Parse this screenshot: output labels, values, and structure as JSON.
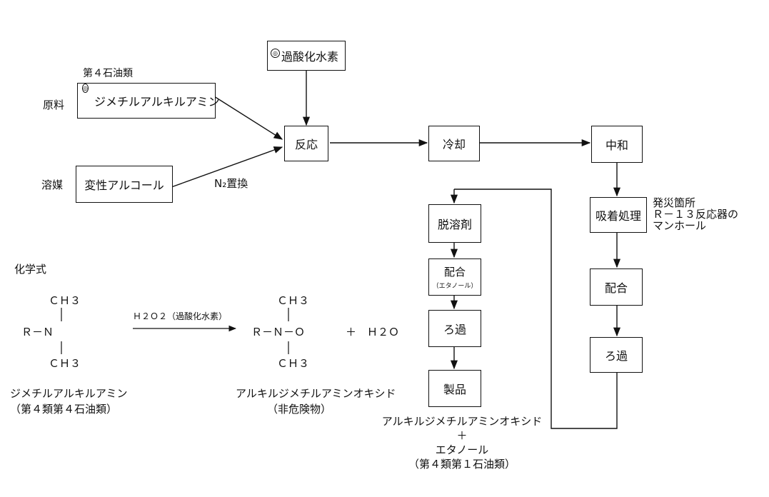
{
  "flow": {
    "raw_material_label": "原料",
    "solvent_label": "溶媒",
    "petroleum_class": "第４石油類",
    "mark_symbol": "◎",
    "dimethylalkylamine_box": "ジメチルアルキルアミン",
    "modified_alcohol_box": "変性アルコール",
    "peroxide_box": "過酸化水素",
    "reaction_box": "反応",
    "n2_label": "N₂置換",
    "cooling_box": "冷却",
    "neutralize_box": "中和",
    "adsorption_box": "吸着処理",
    "blend_right_box": "配合",
    "filter_right_box": "ろ過",
    "desolvent_box": "脱溶剤",
    "blend_left_box": "配合",
    "blend_left_sub": "（エタノール）",
    "filter_left_box": "ろ過",
    "product_box": "製品",
    "disaster_note": [
      "発災箇所",
      "Ｒ－１３反応器の",
      "マンホール"
    ],
    "product_note": [
      "アルキルジメチルアミンオキシド",
      "＋",
      "エタノール",
      "（第４類第１石油類）"
    ]
  },
  "formula": {
    "heading": "化学式",
    "ch3": "ＣＨ３",
    "r_n": "Ｒ－Ｎ",
    "r_n_o": "Ｒ－Ｎ－Ｏ",
    "plus_h2o": "＋　Ｈ２Ｏ",
    "reagent": "Ｈ２Ｏ２（過酸化水素）",
    "reactant_name": "ジメチルアルキルアミン",
    "reactant_class": "（第４類第４石油類）",
    "product_name": "アルキルジメチルアミンオキシド",
    "product_class": "（非危険物）"
  }
}
